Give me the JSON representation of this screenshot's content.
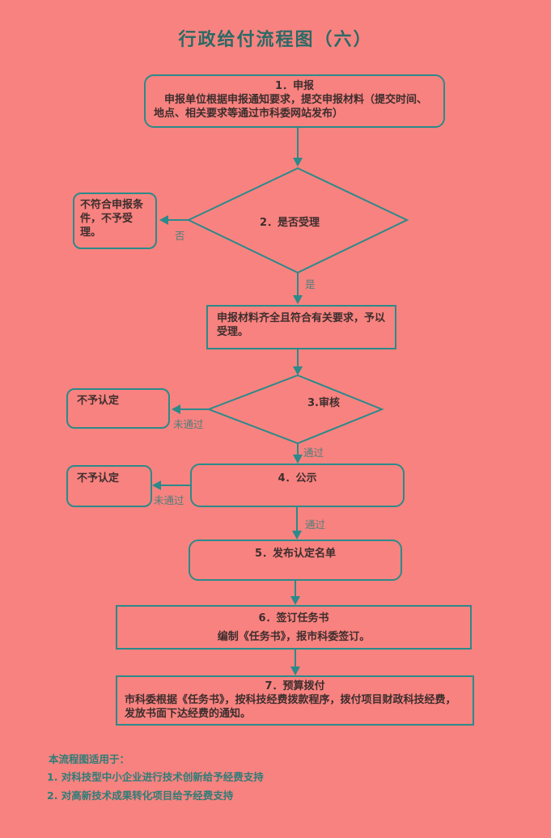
{
  "title": "行政给付流程图（六）",
  "nodes": {
    "step1": {
      "title": "1．申报",
      "body": "申报单位根据申报通知要求，提交申报材料（提交时间、地点、相关要求等通过市科委网站发布）"
    },
    "decision2": {
      "label": "2．是否受理"
    },
    "reject2": {
      "label": "不符合申报条件，不予受理。"
    },
    "accept": {
      "label": "申报材料齐全且符合有关要求，予以受理。"
    },
    "decision3": {
      "label": "3.审核"
    },
    "reject3": {
      "label": "不予认定"
    },
    "step4": {
      "label": "4．公示"
    },
    "reject4": {
      "label": "不予认定"
    },
    "step5": {
      "label": "5．发布认定名单"
    },
    "step6": {
      "title": "6．签订任务书",
      "body": "编制《任务书》，报市科委签订。"
    },
    "step7": {
      "title": "7．预算拨付",
      "body": "市科委根据《任务书》，按科技经费拨款程序，拨付项目财政科技经费，发放书面下达经费的通知。"
    }
  },
  "edge_labels": {
    "yes": "是",
    "no": "否",
    "fail_audit": "未通过",
    "pass_audit": "通过",
    "fail_publicity": "未通过",
    "pass_publicity": "通过"
  },
  "footnote": {
    "intro": "本流程图适用于：",
    "item1": "1. 对科技型中小企业进行技术创新给予经费支持",
    "item2": "2. 对高新技术成果转化项目给予经费支持"
  },
  "colors": {
    "bg": "#f8827f",
    "line": "#2b8a8a",
    "title": "#2a6a66",
    "text": "#3c2e2e",
    "label": "#4d7f7d",
    "note": "#2c7d78"
  }
}
